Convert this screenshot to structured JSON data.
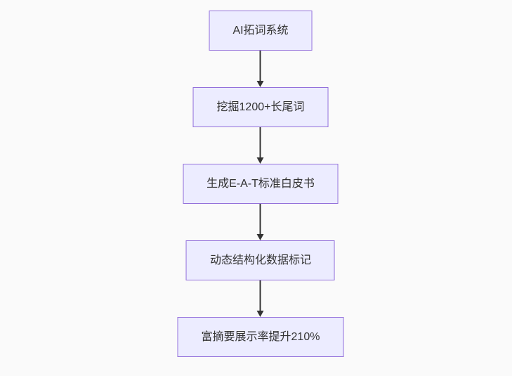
{
  "diagram": {
    "type": "flowchart-vertical",
    "nodes": [
      {
        "id": "node-1",
        "label": "AI拓词系统"
      },
      {
        "id": "node-2",
        "label": "挖掘1200+长尾词"
      },
      {
        "id": "node-3",
        "label": "生成E-A-T标准白皮书"
      },
      {
        "id": "node-4",
        "label": "动态结构化数据标记"
      },
      {
        "id": "node-5",
        "label": "富摘要展示率提升210%"
      }
    ],
    "edges": [
      {
        "from": "node-1",
        "to": "node-2"
      },
      {
        "from": "node-2",
        "to": "node-3"
      },
      {
        "from": "node-3",
        "to": "node-4"
      },
      {
        "from": "node-4",
        "to": "node-5"
      }
    ],
    "colors": {
      "node_fill": "#ECECFF",
      "node_border": "#9370DB",
      "text": "#333333",
      "arrow": "#333333",
      "background": "#fafafa"
    }
  }
}
